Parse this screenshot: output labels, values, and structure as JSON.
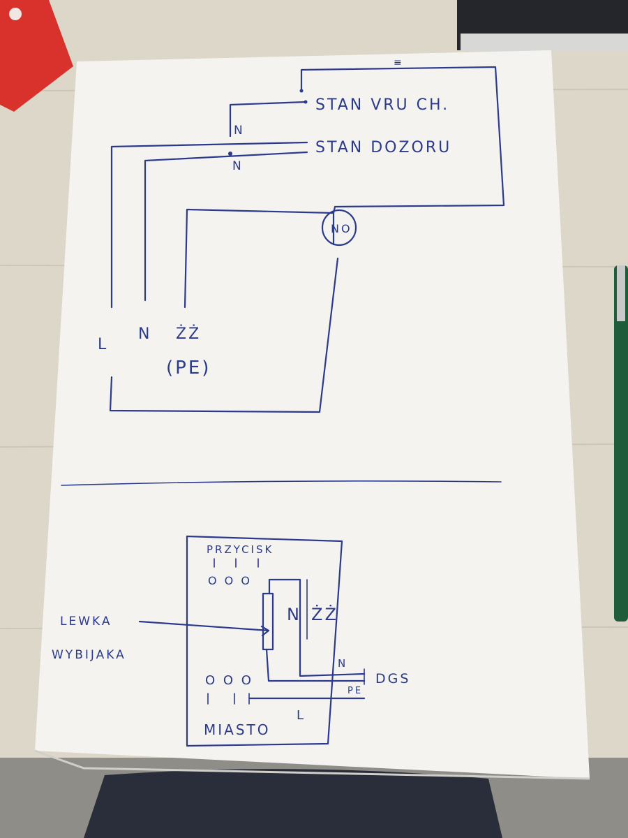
{
  "upper_diagram": {
    "top_mark": "≡",
    "stan_vru_ch": "STAN VRU CH.",
    "stan_dozoru": "STAN  DOZORU",
    "n_label_1": "N",
    "n_label_2": "N",
    "no_label": "NO",
    "l_label": "L",
    "n_label_bottom": "N",
    "zz_label": "ŻŻ",
    "pe_label": "(PE)"
  },
  "lower_diagram": {
    "przycisk": "PRZYCISK",
    "n_label": "N",
    "zz_label": "ŻŻ",
    "lewka_1": "LEWKA",
    "lewka_2": "WYBIJAKA",
    "n_small": "N",
    "dgs": "DGS",
    "pe": "PE",
    "l": "L",
    "miasto": "MIASTO",
    "circles_top": "O O O",
    "circles_bottom": "O  O O"
  }
}
